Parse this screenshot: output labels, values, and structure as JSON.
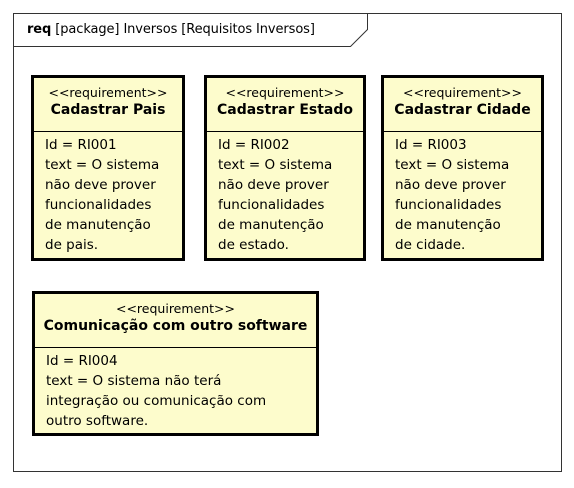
{
  "frame": {
    "keyword": "req",
    "title": "[package] Inversos [Requisitos Inversos]"
  },
  "requirements": [
    {
      "stereotype": "<<requirement>>",
      "name": "Cadastrar Pais",
      "lines": [
        "Id = RI001",
        "text = O sistema",
        "não deve prover",
        "funcionalidades",
        "de manutenção",
        "de pais."
      ]
    },
    {
      "stereotype": "<<requirement>>",
      "name": "Cadastrar Estado",
      "lines": [
        "Id = RI002",
        "text = O sistema",
        "não deve prover",
        "funcionalidades",
        "de manutenção",
        "de estado."
      ]
    },
    {
      "stereotype": "<<requirement>>",
      "name": "Cadastrar Cidade",
      "lines": [
        "Id = RI003",
        "text = O sistema",
        "não deve prover",
        "funcionalidades",
        "de manutenção",
        "de cidade."
      ]
    },
    {
      "stereotype": "<<requirement>>",
      "name": "Comunicação com outro software",
      "lines": [
        "Id = RI004",
        "text = O sistema não terá",
        "integração ou comunicação com",
        "outro software."
      ]
    }
  ]
}
